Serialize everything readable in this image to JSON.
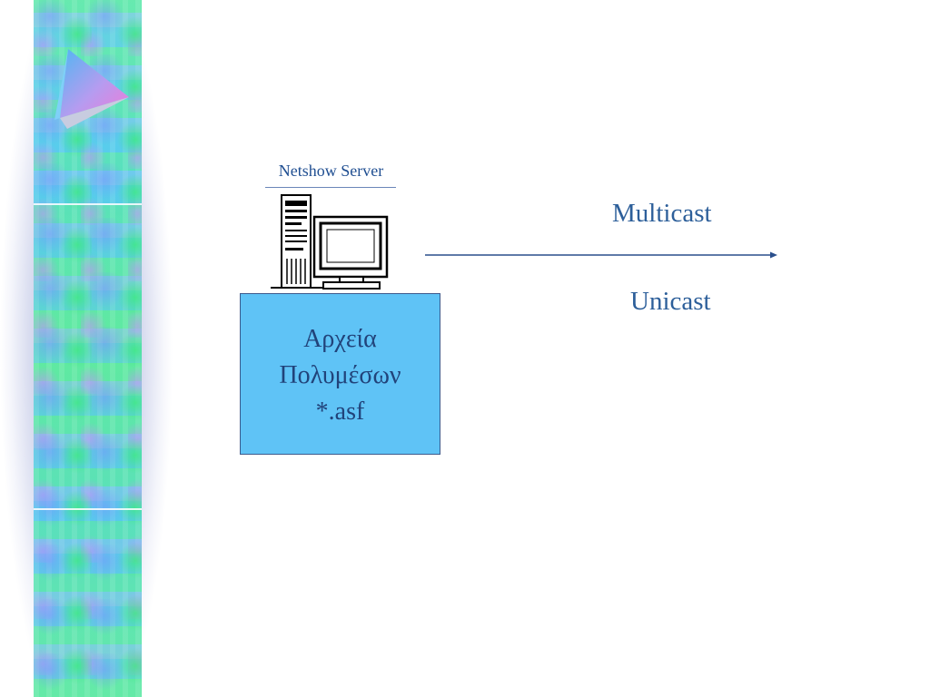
{
  "colors": {
    "accent_text": "#2d5f9a",
    "box_fill": "#5fc3f6",
    "box_text": "#21437a",
    "arrow": "#2a4f8c"
  },
  "decoration": {
    "left_band": "patterned-strip",
    "logo": "triangle-logo-icon"
  },
  "server": {
    "label": "Netshow Server",
    "icon": "computer-icon"
  },
  "storage": {
    "line1": "Αρχεία",
    "line2": "Πολυμέσων",
    "line3": "*.asf"
  },
  "streams": {
    "multicast": "Multicast",
    "unicast": "Unicast"
  }
}
